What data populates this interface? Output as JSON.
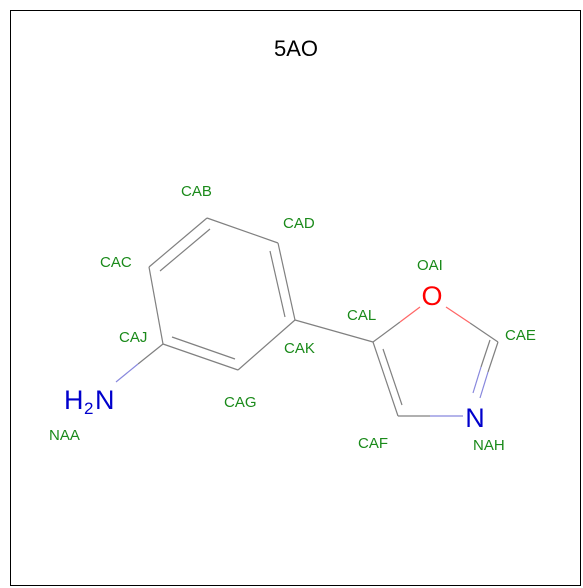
{
  "title": "5AO",
  "atom_symbols": {
    "oxygen": "O",
    "oxazole_nitrogen": "N",
    "amine_h": "H",
    "amine_h_sub": "2",
    "amine_n": "N"
  },
  "atom_labels": {
    "CAB": "CAB",
    "CAD": "CAD",
    "CAC": "CAC",
    "OAI": "OAI",
    "CAL": "CAL",
    "CAE": "CAE",
    "CAJ": "CAJ",
    "CAK": "CAK",
    "CAG": "CAG",
    "NAA": "NAA",
    "CAF": "CAF",
    "NAH": "NAH"
  },
  "colors": {
    "carbon_bond": "#808080",
    "oxygen": "#ff0000",
    "nitrogen": "#0000cc",
    "label": "#1a8a1a",
    "frame": "#000000"
  }
}
